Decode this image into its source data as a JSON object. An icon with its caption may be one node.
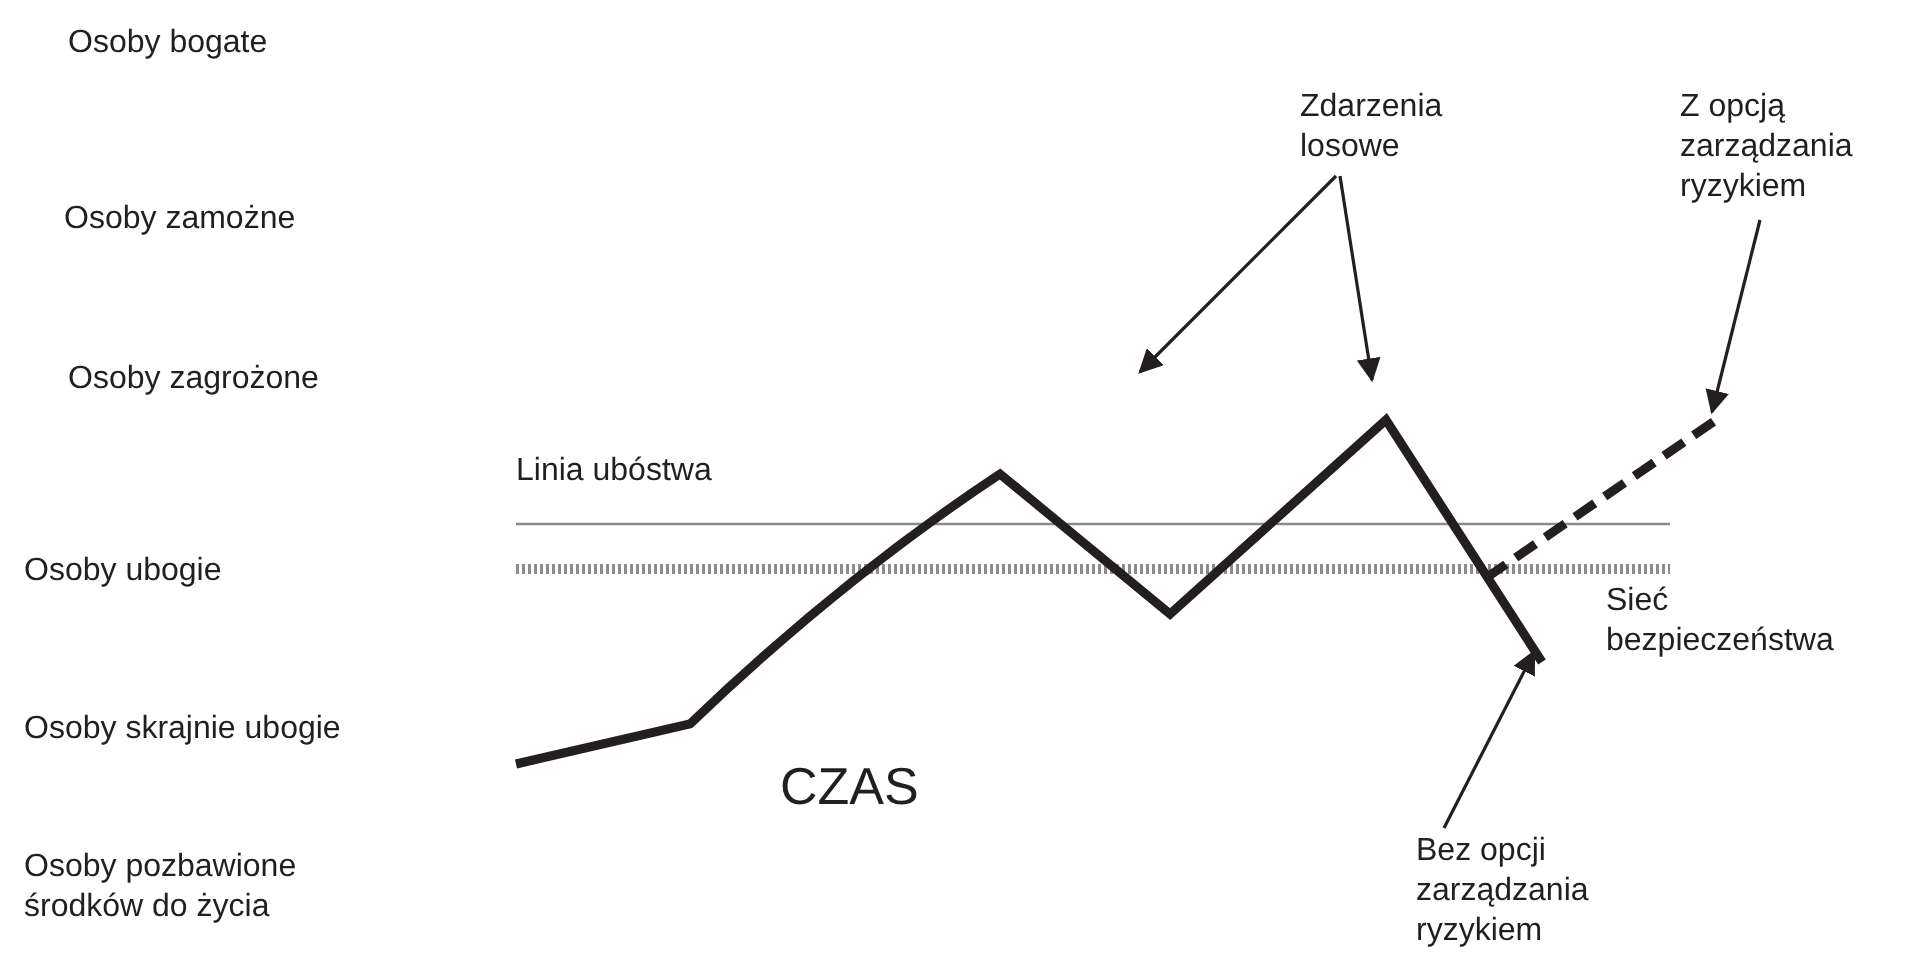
{
  "diagram": {
    "nodes": [
      {
        "text": [
          "Zdarzenia losowe"
        ]
      },
      {
        "text": [
          "Z opcją zarządzania ryzykiem"
        ]
      },
      {
        "text": [
          "Bez opcji zarządzania ryzykiem"
        ]
      }
    ],
    "edges": [
      {
        "from": 0,
        "to": null,
        "arrow": "to"
      },
      {
        "from": 0,
        "to": null,
        "arrow": "to"
      },
      {
        "from": 1,
        "to": null,
        "arrow": "to"
      },
      {
        "from": 2,
        "to": null,
        "arrow": "to"
      }
    ],
    "labels": [
      "Osoby bogate",
      "Osoby zamożne",
      "Osoby zagrożone",
      "Osoby ubogie",
      "Osoby skrajnie ubogie",
      "Osoby pozbawione środków do życia",
      "Linia ubóstwa",
      "Sieć bezpieczeństwa",
      "CZAS"
    ]
  }
}
